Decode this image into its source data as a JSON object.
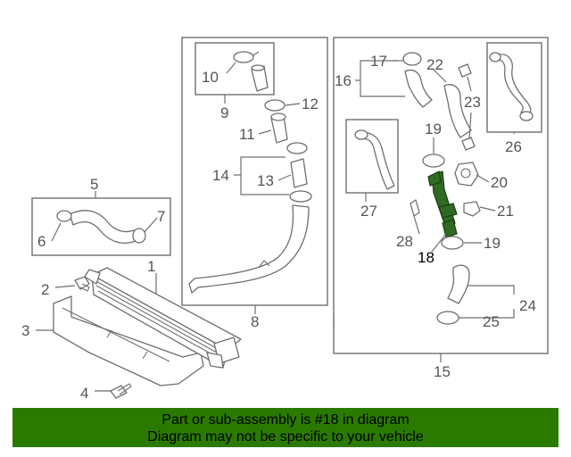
{
  "callouts": {
    "n1": "1",
    "n2": "2",
    "n3": "3",
    "n4": "4",
    "n5": "5",
    "n6": "6",
    "n7": "7",
    "n8": "8",
    "n9": "9",
    "n10": "10",
    "n11": "11",
    "n12": "12",
    "n13": "13",
    "n14": "14",
    "n15": "15",
    "n16": "16",
    "n17": "17",
    "n18": "18",
    "n19a": "19",
    "n19b": "19",
    "n20": "20",
    "n21": "21",
    "n22": "22",
    "n23": "23",
    "n24": "24",
    "n25": "25",
    "n26": "26",
    "n27": "27",
    "n28": "28"
  },
  "highlight": {
    "part_number": "18",
    "color": "#2a7a00"
  },
  "banner": {
    "line1": "Part or sub-assembly is #18 in diagram",
    "line2": "Diagram may not be specific to your vehicle",
    "background": "#2a7a00"
  }
}
